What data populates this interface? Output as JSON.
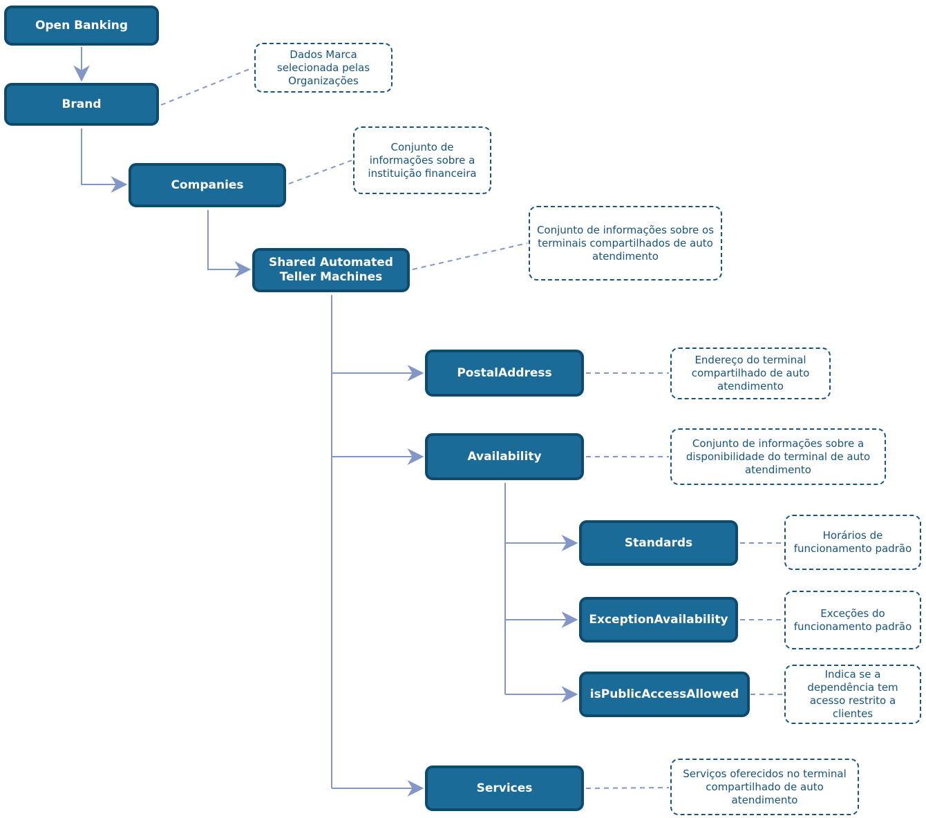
{
  "palette": {
    "node_fill": "#1B6B99",
    "node_border": "#0D4A6E",
    "node_text": "#FFFFFF",
    "connector": "#8296C8",
    "note_border_text": "#175380"
  },
  "diagram": {
    "nodes": [
      {
        "id": "open-banking",
        "label": "Open Banking"
      },
      {
        "id": "brand",
        "label": "Brand",
        "note": "Dados Marca selecionada pelas Organizações"
      },
      {
        "id": "companies",
        "label": "Companies",
        "note": "Conjunto de informações sobre a instituição financeira"
      },
      {
        "id": "shared-automated-teller-machines",
        "label": "Shared Automated Teller Machines",
        "note": "Conjunto de informações sobre os terminais compartilhados de auto atendimento"
      },
      {
        "id": "postal-address",
        "label": "PostalAddress",
        "note": "Endereço do terminal compartilhado de auto atendimento"
      },
      {
        "id": "availability",
        "label": "Availability",
        "note": "Conjunto de informações sobre a disponibilidade do terminal de auto atendimento"
      },
      {
        "id": "standards",
        "label": "Standards",
        "note": "Horários de funcionamento padrão"
      },
      {
        "id": "exception-availability",
        "label": "ExceptionAvailability",
        "note": "Exceções do funcionamento padrão"
      },
      {
        "id": "is-public-access-allowed",
        "label": "isPublicAccessAllowed",
        "note": "Indica se a dependência tem acesso restrito a clientes"
      },
      {
        "id": "services",
        "label": "Services",
        "note": "Serviços oferecidos no terminal compartilhado de auto atendimento"
      }
    ]
  }
}
